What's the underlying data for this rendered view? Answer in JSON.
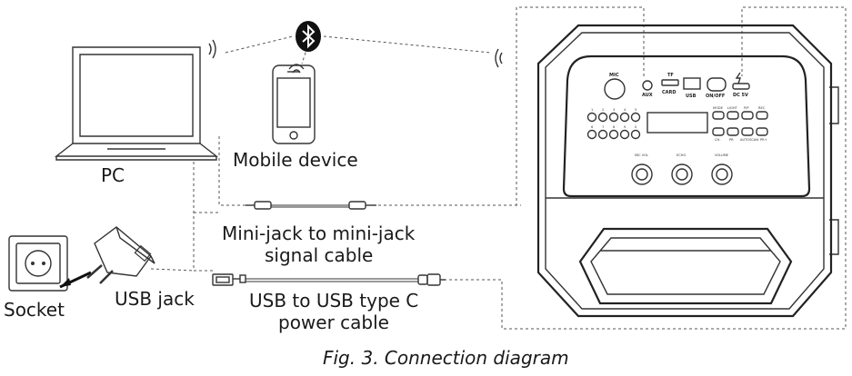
{
  "labels": {
    "pc": "PC",
    "mobile": "Mobile device",
    "minijack_line1": "Mini-jack to mini-jack",
    "minijack_line2": "signal cable",
    "usbjack": "USB jack",
    "socket": "Socket",
    "usbcable_line1": "USB to USB type C",
    "usbcable_line2": "power cable",
    "caption": "Fig. 3. Connection diagram"
  },
  "speaker_panel": {
    "mic": "MIC",
    "aux": "AUX",
    "tf_top": "TF",
    "tf_bottom": "CARD",
    "usb": "USB",
    "onoff": "ON/OFF",
    "dc": "DC 5V",
    "top_row_numbers": [
      "1",
      "2",
      "3",
      "4",
      "5"
    ],
    "bottom_row_numbers": [
      "6",
      "7",
      "8",
      "9",
      "0"
    ],
    "mode_top": [
      "MODE",
      "LIGHT",
      "P/P",
      "REC"
    ],
    "mode_bottom": [
      "CH-",
      "PR",
      "AUTOSCAN",
      "PR+"
    ],
    "knobs": [
      "MIC VOL",
      "ECHO",
      "VOLUME"
    ]
  },
  "colors": {
    "line": "#333333",
    "dash": "#555555",
    "text": "#1a1a1a"
  }
}
